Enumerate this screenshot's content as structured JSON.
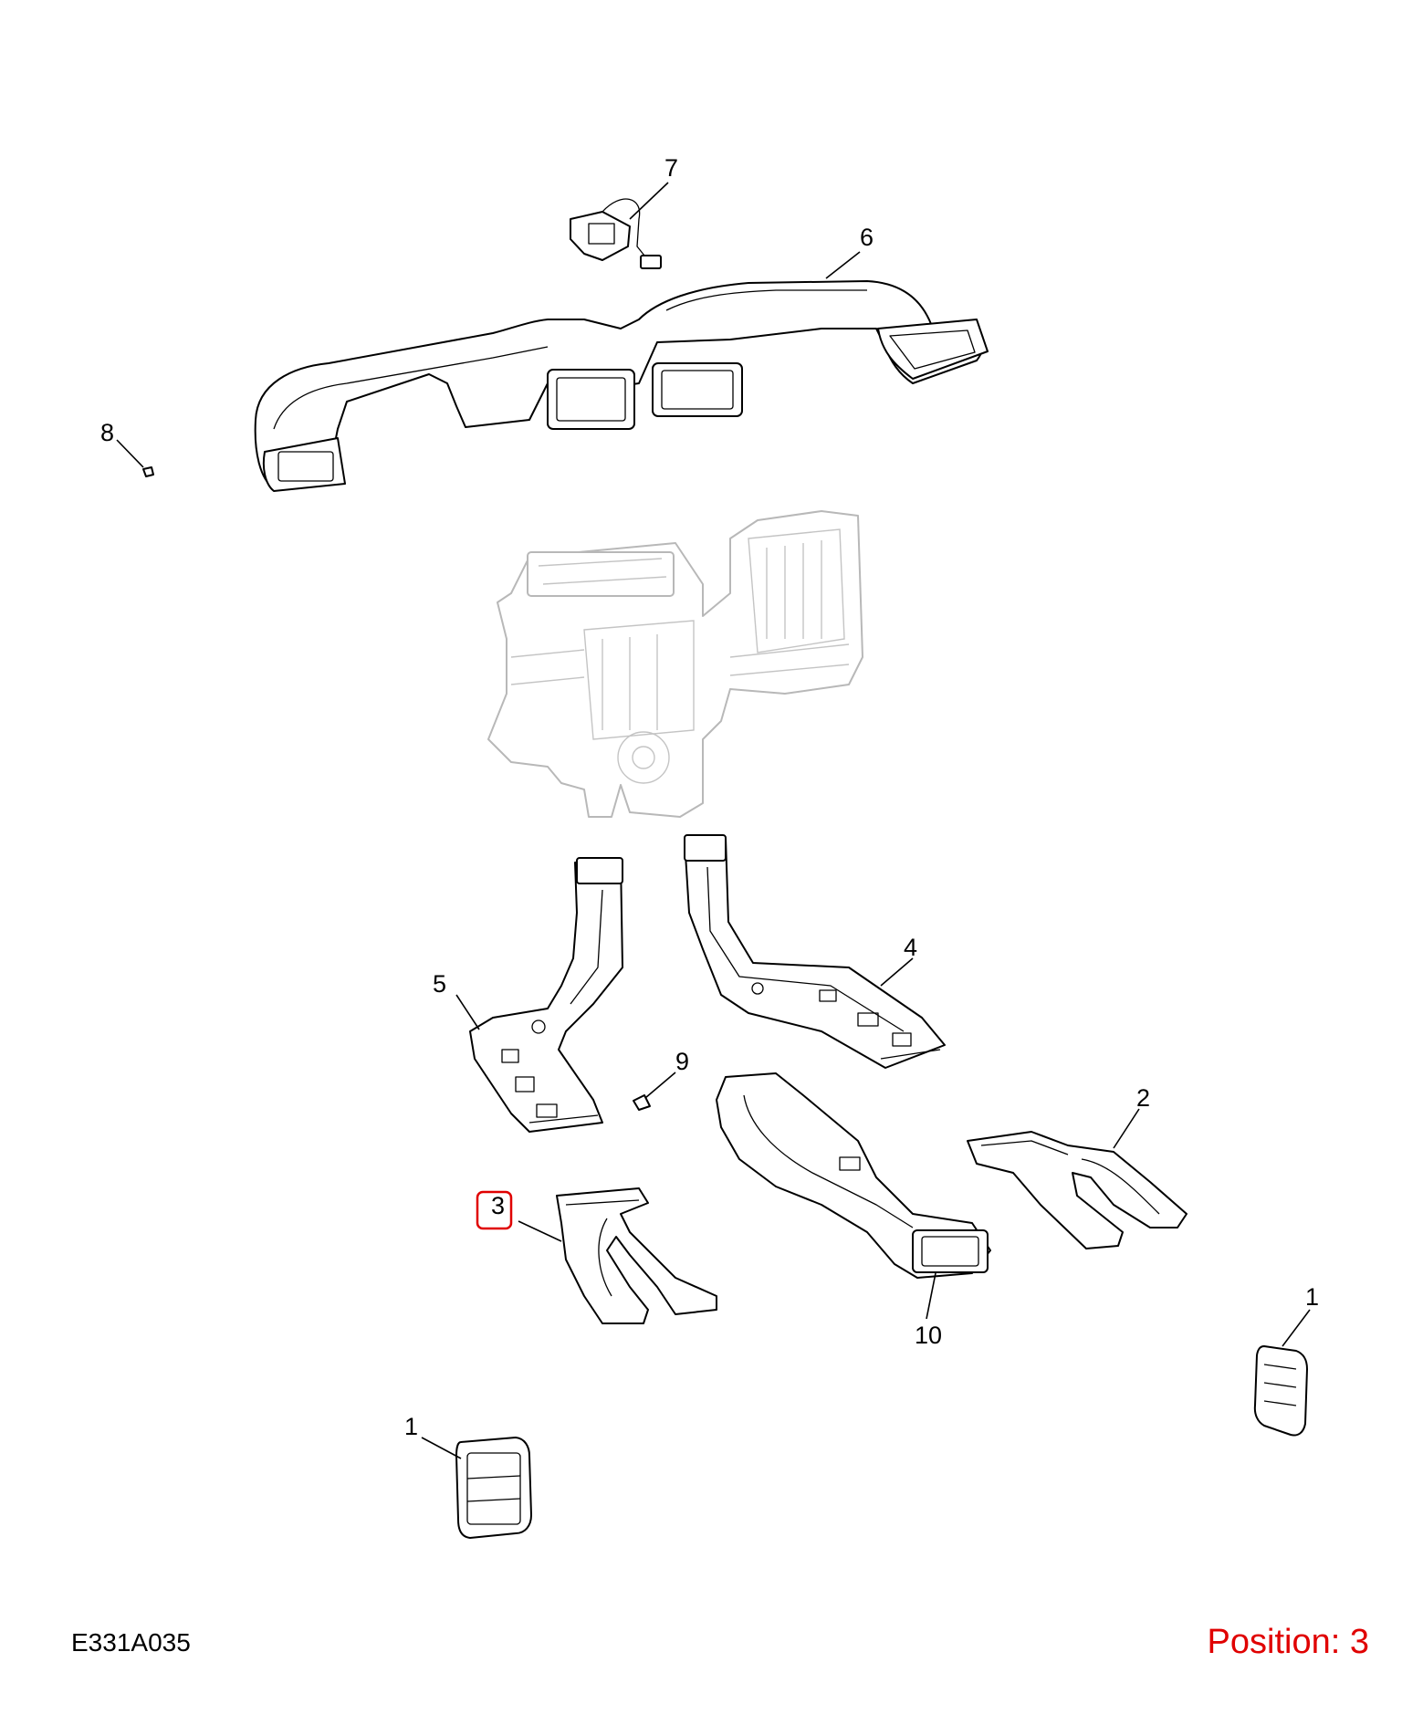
{
  "figure_code": "E331A035",
  "position_label": "Position: 3",
  "highlight_color": "#e00000",
  "callouts": {
    "c1a": "1",
    "c1b": "1",
    "c2": "2",
    "c3": "3",
    "c4": "4",
    "c5": "5",
    "c6": "6",
    "c7": "7",
    "c8": "8",
    "c9": "9",
    "c10": "10"
  },
  "highlighted_callout": "3"
}
